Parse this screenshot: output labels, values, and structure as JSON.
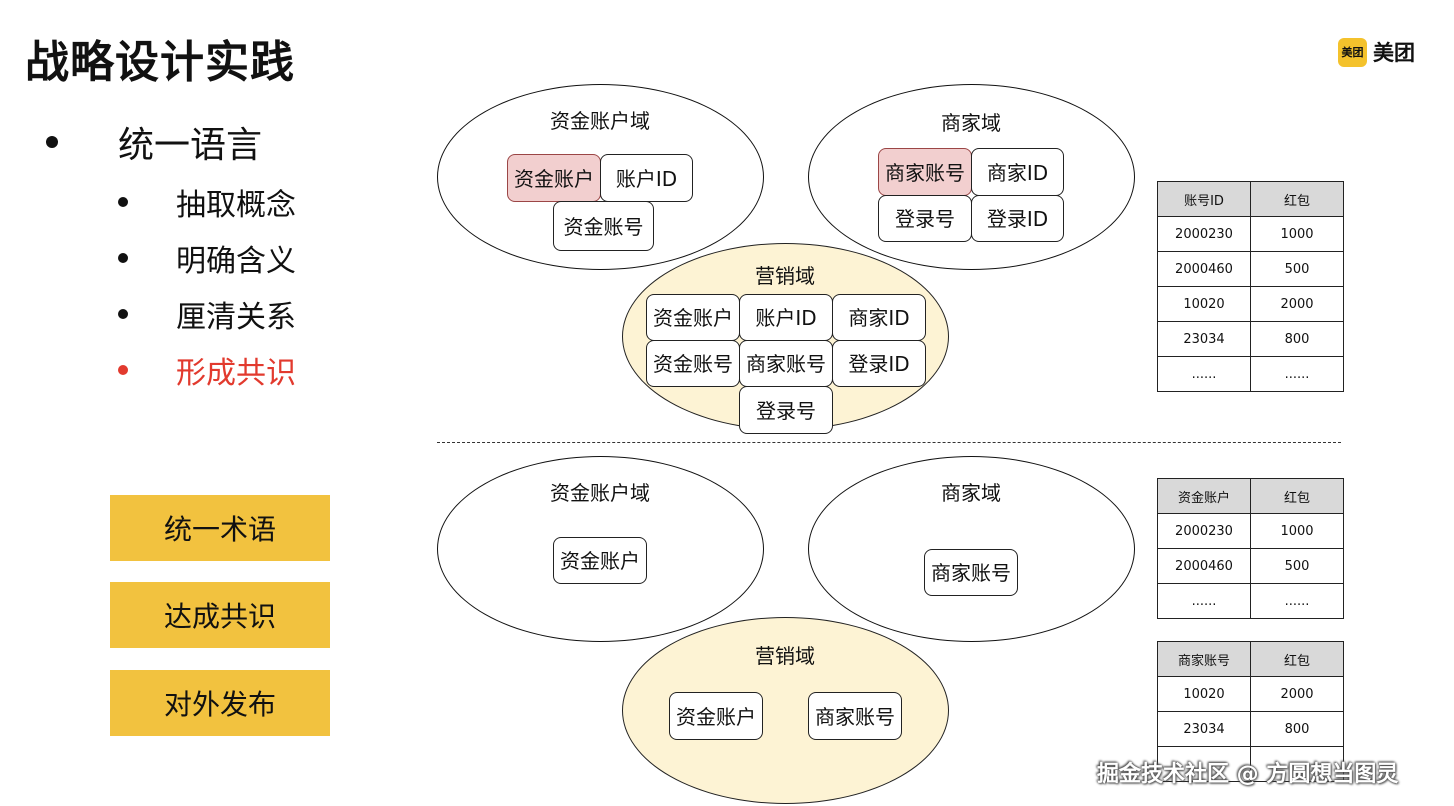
{
  "title": "战略设计实践",
  "logo": {
    "badge": "美团",
    "text": "美团"
  },
  "bullets": {
    "main": "统一语言",
    "sub": [
      "抽取概念",
      "明确含义",
      "厘清关系",
      "形成共识"
    ]
  },
  "actions": [
    "统一术语",
    "达成共识",
    "对外发布"
  ],
  "top": {
    "fund_domain": {
      "label": "资金账户域",
      "items": [
        "资金账户",
        "账户ID",
        "资金账号"
      ]
    },
    "merchant_domain": {
      "label": "商家域",
      "items": [
        "商家账号",
        "商家ID",
        "登录号",
        "登录ID"
      ]
    },
    "marketing_domain": {
      "label": "营销域",
      "items": [
        "资金账户",
        "账户ID",
        "商家ID",
        "资金账号",
        "商家账号",
        "登录ID",
        "登录号"
      ]
    },
    "table": {
      "headers": [
        "账号ID",
        "红包"
      ],
      "rows": [
        [
          "2000230",
          "1000"
        ],
        [
          "2000460",
          "500"
        ],
        [
          "10020",
          "2000"
        ],
        [
          "23034",
          "800"
        ],
        [
          "......",
          "......"
        ]
      ]
    }
  },
  "bottom": {
    "fund_domain": {
      "label": "资金账户域",
      "items": [
        "资金账户"
      ]
    },
    "merchant_domain": {
      "label": "商家域",
      "items": [
        "商家账号"
      ]
    },
    "marketing_domain": {
      "label": "营销域",
      "items": [
        "资金账户",
        "商家账号"
      ]
    },
    "table1": {
      "headers": [
        "资金账户",
        "红包"
      ],
      "rows": [
        [
          "2000230",
          "1000"
        ],
        [
          "2000460",
          "500"
        ],
        [
          "......",
          "......"
        ]
      ]
    },
    "table2": {
      "headers": [
        "商家账号",
        "红包"
      ],
      "rows": [
        [
          "10020",
          "2000"
        ],
        [
          "23034",
          "800"
        ],
        [
          "",
          ""
        ]
      ]
    }
  },
  "watermark": "掘金技术社区 @ 方圆想当图灵",
  "colors": {
    "accent_yellow": "#f2c23f",
    "highlight_red": "#e23a2e",
    "pink_box": "#f2cfcf",
    "ellipse_yellow": "#fdf3d4"
  }
}
